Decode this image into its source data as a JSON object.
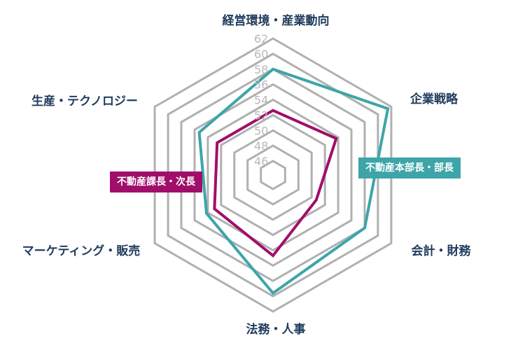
{
  "chart_data": {
    "type": "radar",
    "axes": [
      "経営環境・産業動向",
      "企業戦略",
      "会計・財務",
      "法務・人事",
      "マーケティング・販売",
      "生産・テクノロジー"
    ],
    "ticks": [
      "46",
      "48",
      "50",
      "52",
      "54",
      "56",
      "58",
      "60",
      "62"
    ],
    "range": [
      46,
      62
    ],
    "series": [
      {
        "name": "不動産本部長・部長",
        "color": "#3da5a8",
        "values": [
          58.0,
          61.5,
          58.0,
          59.6,
          54.2,
          55.3
        ]
      },
      {
        "name": "不動産課長・次長",
        "color": "#a00e6a",
        "values": [
          52.6,
          53.7,
          50.7,
          54.7,
          53.0,
          52.6
        ]
      }
    ],
    "grid_color": "#b0b0b0"
  }
}
